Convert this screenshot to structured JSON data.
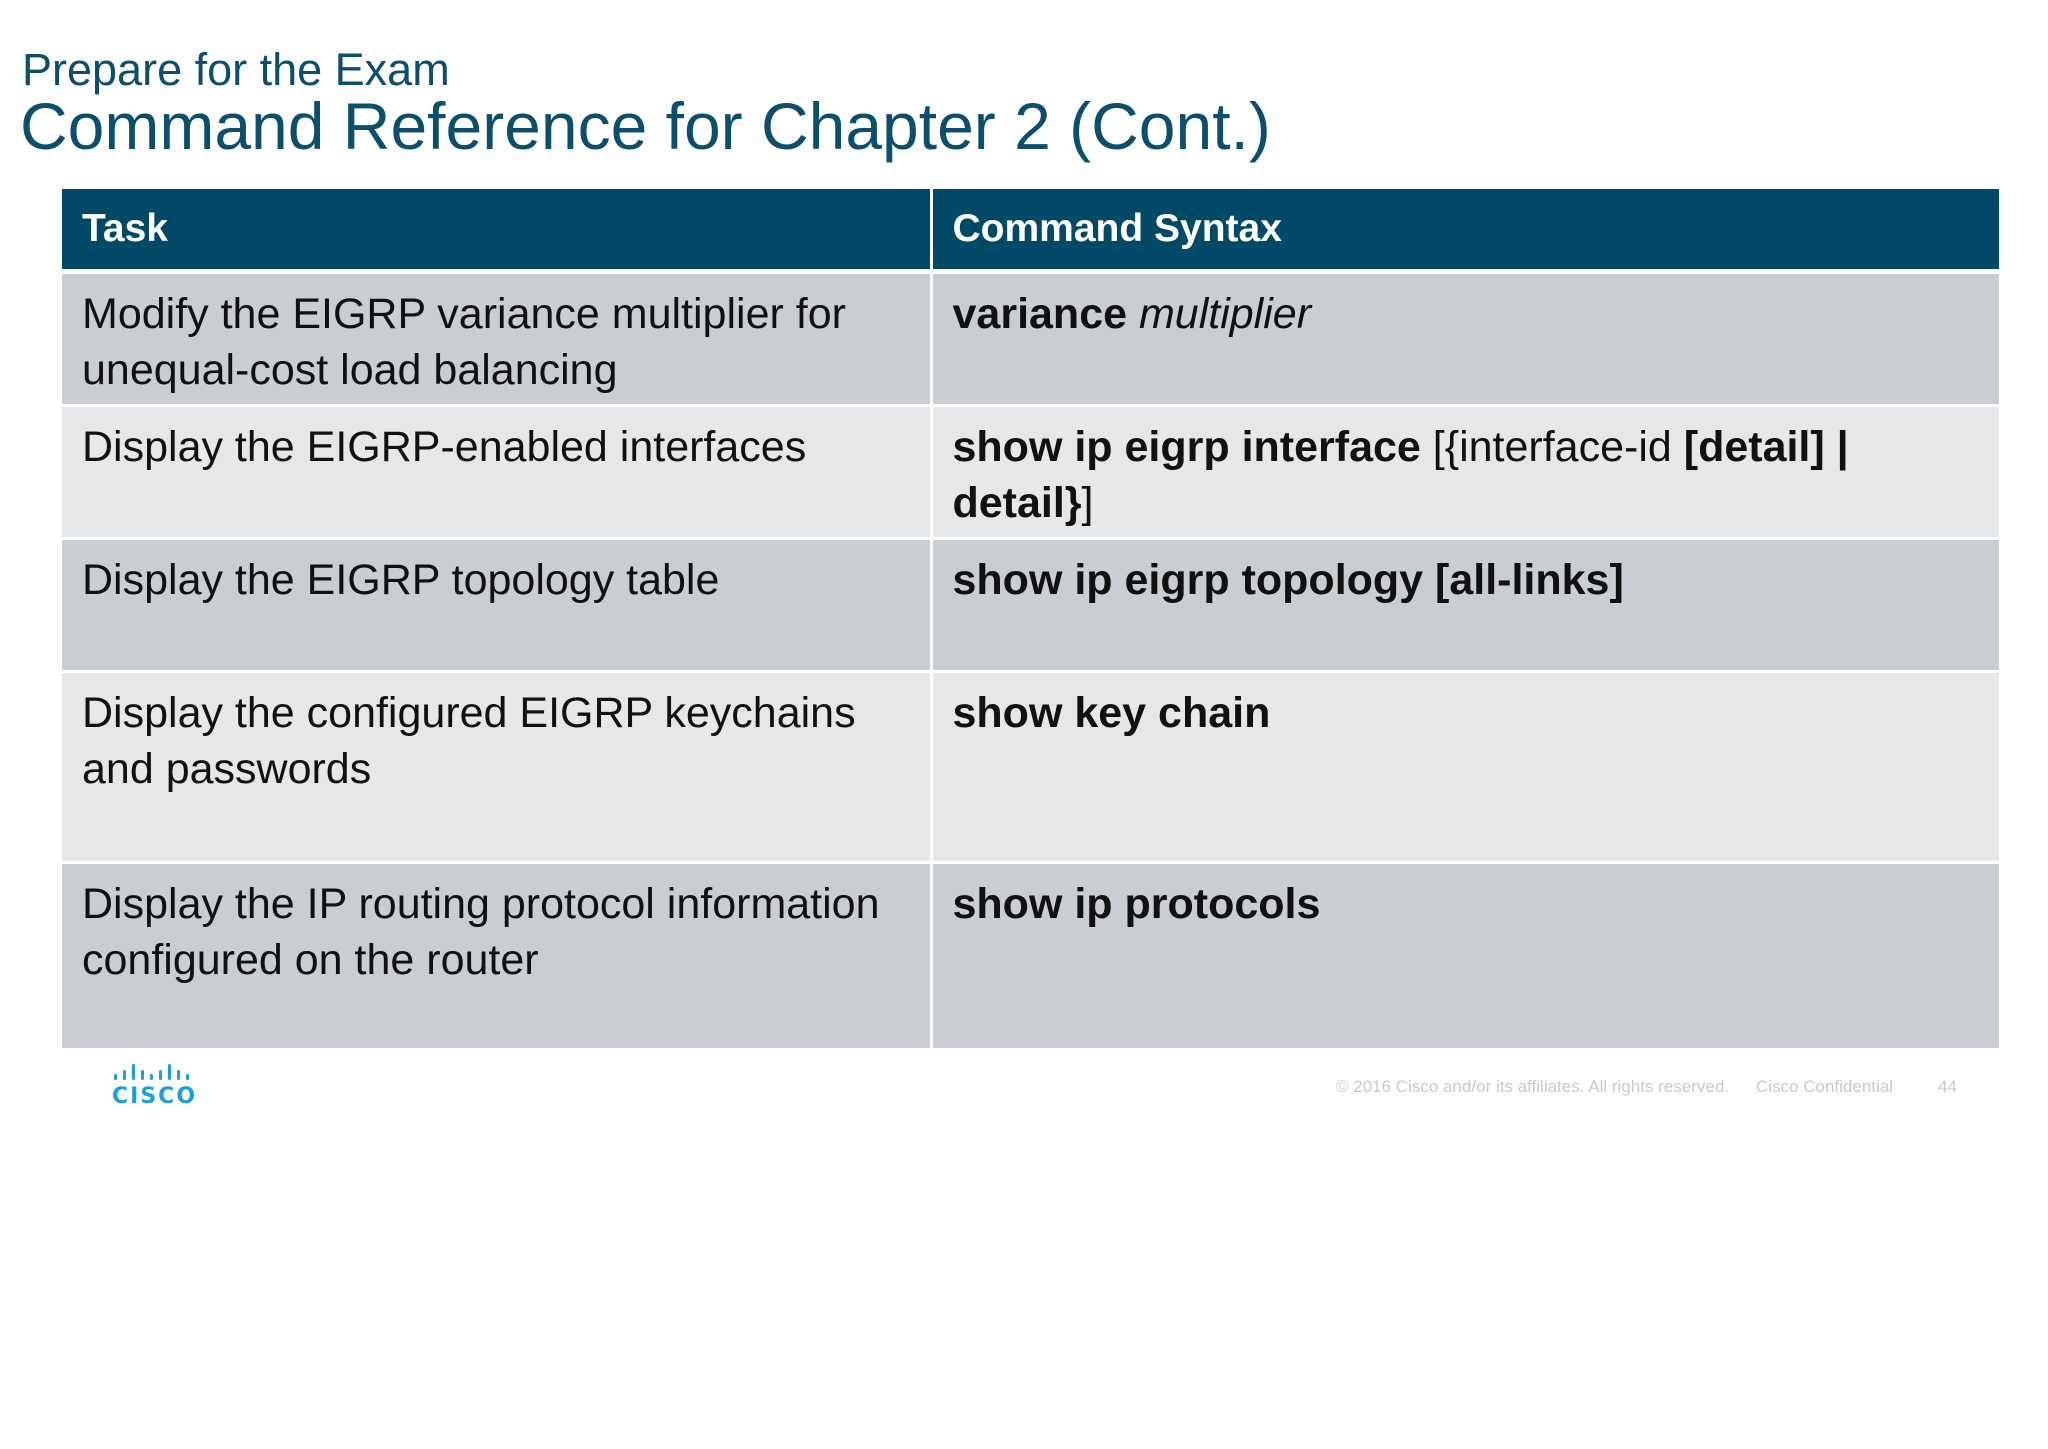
{
  "header": {
    "subtitle": "Prepare for the Exam",
    "title": "Command Reference for Chapter 2 (Cont.)"
  },
  "table": {
    "columns": [
      "Task",
      "Command Syntax"
    ],
    "rows": [
      {
        "task": "Modify the EIGRP variance multiplier for unequal-cost load balancing",
        "command": {
          "bold1": "variance",
          "plain1": " ",
          "italic1": "multiplier",
          "plain2": "",
          "bold2": "",
          "plain3": "",
          "bold3": "",
          "plain4": ""
        }
      },
      {
        "task": "Display the EIGRP-enabled interfaces",
        "command": {
          "bold1": "show ip eigrp interface",
          "plain1": " [{interface-id ",
          "italic1": "",
          "plain2": "",
          "bold2": "[detail] | detail}",
          "plain3": "]",
          "bold3": "",
          "plain4": ""
        }
      },
      {
        "task": "Display the EIGRP topology table",
        "command": {
          "bold1": "show ip eigrp topology [all-links]",
          "plain1": "",
          "italic1": "",
          "plain2": "",
          "bold2": "",
          "plain3": "",
          "bold3": "",
          "plain4": ""
        }
      },
      {
        "task": "Display the configured EIGRP keychains and passwords",
        "command": {
          "bold1": "show key chain",
          "plain1": "",
          "italic1": "",
          "plain2": "",
          "bold2": "",
          "plain3": "",
          "bold3": "",
          "plain4": ""
        }
      },
      {
        "task": "Display the IP routing protocol information configured on the router",
        "command": {
          "bold1": "show ip protocols",
          "plain1": "",
          "italic1": "",
          "plain2": "",
          "bold2": "",
          "plain3": "",
          "bold3": "",
          "plain4": ""
        }
      }
    ]
  },
  "footer": {
    "logo_text": "CISCO",
    "copyright": "© 2016  Cisco and/or its affiliates. All rights reserved.",
    "confidential": "Cisco Confidential",
    "page_number": "44"
  },
  "colors": {
    "title": "#0b4f6c",
    "header_bg": "#004a68",
    "row_dark": "#cacdd2",
    "row_light": "#e6e7e9",
    "logo": "#1ba0d7"
  },
  "icons": {
    "logo": "cisco-logo-icon"
  }
}
